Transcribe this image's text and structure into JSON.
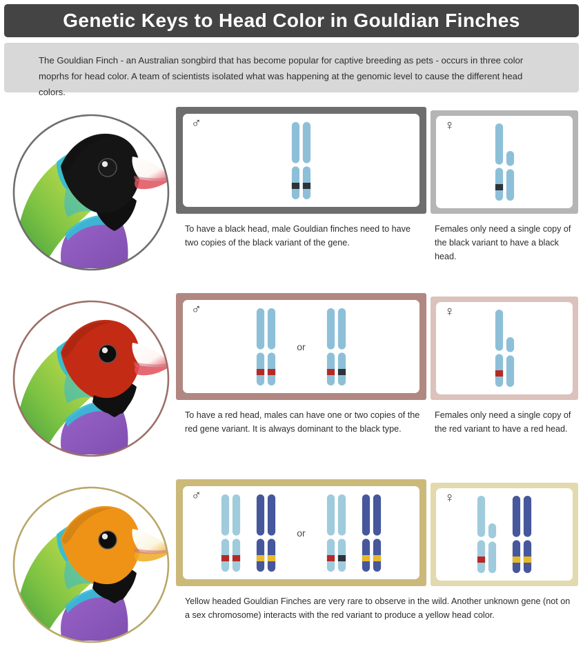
{
  "header": {
    "title": "Genetic Keys to Head Color in Gouldian Finches",
    "title_bg": "#444444",
    "title_color": "#ffffff"
  },
  "intro": {
    "text": "The Gouldian Finch - an Australian songbird that has become popular for captive breeding as pets - occurs in three color moprhs for head color. A team of scientists isolated what was happening at the genomic level to cause the different head colors.",
    "bg": "#d8d8d8"
  },
  "symbols": {
    "male": "♂",
    "female": "♀",
    "or": "or"
  },
  "palette": {
    "chromosome_z": "#8dc0d8",
    "chromosome_z_light": "#9fcbdd",
    "autosome": "#46579b",
    "band_black": "#2d3338",
    "band_red": "#b62a26",
    "band_yellow": "#e8b92a",
    "text_dark": "#2b2b2b"
  },
  "rows": [
    {
      "id": "black",
      "morph": "black",
      "frame_male_color": "#6e6e6e",
      "frame_female_color": "#b5b5b5",
      "bird": {
        "name": "black-headed-gouldian-finch",
        "head_color": "#151515",
        "beak_color": "#fdf6f3",
        "beak_tip_color": "#e2505a",
        "ring_color": "#6e6e6e"
      },
      "male_caption": "To have a black head, male Gouldian finches need to have two copies of the black variant of the gene.",
      "female_caption": "Females only need a single copy of the black variant to have a black head.",
      "male_groups": [
        {
          "chromosomes": [
            {
              "type": "Z",
              "color": "#8dc0d8",
              "band": "#2d3338"
            },
            {
              "type": "Z",
              "color": "#8dc0d8",
              "band": "#2d3338"
            }
          ]
        }
      ],
      "female_groups": [
        {
          "chromosomes": [
            {
              "type": "Z",
              "color": "#8dc0d8",
              "band": "#2d3338"
            },
            {
              "type": "W",
              "color": "#8dc0d8",
              "band": null
            }
          ]
        }
      ]
    },
    {
      "id": "red",
      "morph": "red",
      "frame_male_color": "#b08881",
      "frame_female_color": "#dcc2bc",
      "bird": {
        "name": "red-headed-gouldian-finch",
        "head_color": "#c32b14",
        "beak_color": "#fdf6f3",
        "beak_tip_color": "#e2505a",
        "ring_color": "#9c7068"
      },
      "male_caption": "To have a red head, males can have one or two copies of the red gene variant. It is always dominant to the black type.",
      "female_caption": "Females only need a single copy of the red variant to have a red head.",
      "male_groups": [
        {
          "chromosomes": [
            {
              "type": "Z",
              "color": "#8dc0d8",
              "band": "#b62a26"
            },
            {
              "type": "Z",
              "color": "#8dc0d8",
              "band": "#b62a26"
            }
          ]
        },
        {
          "chromosomes": [
            {
              "type": "Z",
              "color": "#8dc0d8",
              "band": "#b62a26"
            },
            {
              "type": "Z",
              "color": "#8dc0d8",
              "band": "#2d3338"
            }
          ]
        }
      ],
      "female_groups": [
        {
          "chromosomes": [
            {
              "type": "Z",
              "color": "#8dc0d8",
              "band": "#b62a26"
            },
            {
              "type": "W",
              "color": "#8dc0d8",
              "band": null
            }
          ]
        }
      ]
    },
    {
      "id": "yellow",
      "morph": "yellow",
      "frame_male_color": "#cbb97a",
      "frame_female_color": "#e3d9ae",
      "bird": {
        "name": "yellow-headed-gouldian-finch",
        "head_color": "#ef9317",
        "beak_color": "#fbf6e2",
        "beak_tip_color": "#eeac20",
        "ring_color": "#b9a76a"
      },
      "wide_caption": "Yellow headed Gouldian Finches are very rare to observe in the wild. Another unknown gene (not on a sex chromosome) interacts with the red variant to produce a yellow head color.",
      "male_groups": [
        {
          "chromosomes": [
            {
              "type": "Z",
              "color": "#9fcbdd",
              "band": "#b62a26"
            },
            {
              "type": "Z",
              "color": "#9fcbdd",
              "band": "#b62a26"
            },
            {
              "type": "A",
              "color": "#46579b",
              "band": "#e8b92a"
            },
            {
              "type": "A",
              "color": "#46579b",
              "band": "#e8b92a"
            }
          ]
        },
        {
          "chromosomes": [
            {
              "type": "Z",
              "color": "#9fcbdd",
              "band": "#b62a26"
            },
            {
              "type": "Z",
              "color": "#9fcbdd",
              "band": "#2d3338"
            },
            {
              "type": "A",
              "color": "#46579b",
              "band": "#e8b92a"
            },
            {
              "type": "A",
              "color": "#46579b",
              "band": "#e8b92a"
            }
          ]
        }
      ],
      "female_groups": [
        {
          "chromosomes": [
            {
              "type": "Z",
              "color": "#9fcbdd",
              "band": "#b62a26"
            },
            {
              "type": "W",
              "color": "#9fcbdd",
              "band": null
            },
            {
              "type": "A",
              "color": "#46579b",
              "band": "#e8b92a"
            },
            {
              "type": "A",
              "color": "#46579b",
              "band": "#e8b92a"
            }
          ]
        }
      ]
    }
  ]
}
